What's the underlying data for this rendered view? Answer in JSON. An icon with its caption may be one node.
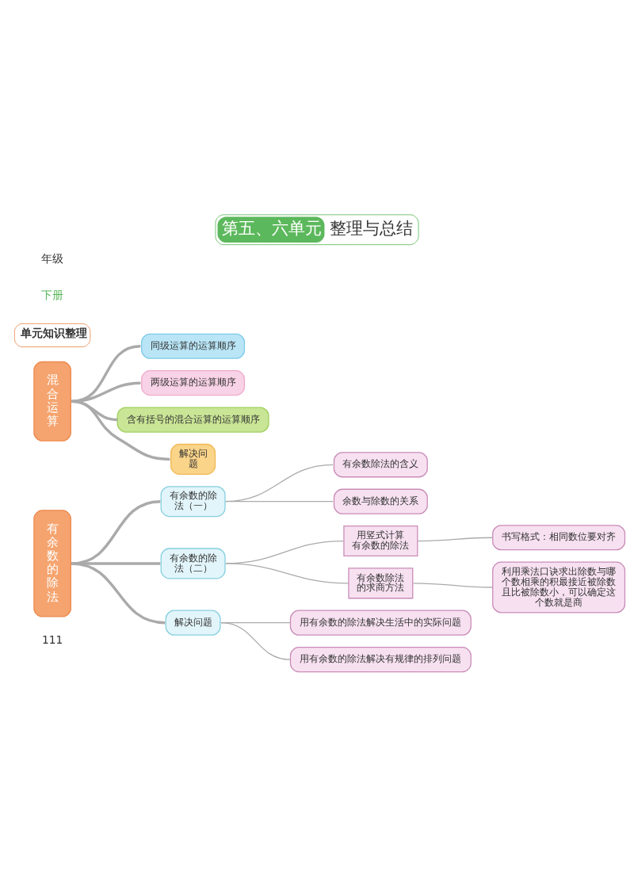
{
  "diagram": {
    "title": "第五、六单元 整理与总结",
    "nodes": [
      {
        "text": [
          "混合运算"
        ]
      },
      {
        "text": [
          "同级运算的运算顺序"
        ]
      },
      {
        "text": [
          "两级运算的运算顺序"
        ]
      },
      {
        "text": [
          "含有括号的混合运算的运算顺序"
        ]
      },
      {
        "text": [
          "解决问题"
        ]
      },
      {
        "text": [
          "有余数的除法"
        ]
      },
      {
        "text": [
          "有余数的除法（一）"
        ]
      },
      {
        "text": [
          "有余数除法的含义"
        ]
      },
      {
        "text": [
          "余数与除数的关系"
        ]
      },
      {
        "text": [
          "有余数的除法（二）"
        ]
      },
      {
        "text": [
          "用竖式计算有余数的除法"
        ]
      },
      {
        "text": [
          "书写格式：相同数位要对齐"
        ]
      },
      {
        "text": [
          "有余数除法的求商方法"
        ]
      },
      {
        "text": [
          "利用乘法口诀求出除数与哪个数相乘的积最接近被除数且比被除数小，可以确定这个数就是商"
        ]
      },
      {
        "text": [
          "解决问题"
        ]
      },
      {
        "text": [
          "用有余数的除法解决生活中的实际问题"
        ]
      },
      {
        "text": [
          "用有余数的除法解决有规律的排列问题"
        ]
      }
    ],
    "edges": [
      {
        "from": 0,
        "to": 1,
        "arrow": "none",
        "style": "thick"
      },
      {
        "from": 0,
        "to": 2,
        "arrow": "none",
        "style": "thick"
      },
      {
        "from": 0,
        "to": 3,
        "arrow": "none",
        "style": "thick"
      },
      {
        "from": 0,
        "to": 4,
        "arrow": "none",
        "style": "thick"
      },
      {
        "from": 5,
        "to": 6,
        "arrow": "none",
        "style": "thick"
      },
      {
        "from": 6,
        "to": 7,
        "arrow": "none"
      },
      {
        "from": 6,
        "to": 8,
        "arrow": "none"
      },
      {
        "from": 5,
        "to": 9,
        "arrow": "none",
        "style": "thick"
      },
      {
        "from": 9,
        "to": 10,
        "arrow": "none"
      },
      {
        "from": 10,
        "to": 11,
        "arrow": "none"
      },
      {
        "from": 9,
        "to": 12,
        "arrow": "none"
      },
      {
        "from": 12,
        "to": 13,
        "arrow": "none"
      },
      {
        "from": 5,
        "to": 14,
        "arrow": "none",
        "style": "thick"
      },
      {
        "from": 14,
        "to": 15,
        "arrow": "none"
      },
      {
        "from": 14,
        "to": 16,
        "arrow": "none"
      }
    ],
    "labels": [
      "年级",
      "下册",
      "单元知识整理",
      "111"
    ]
  }
}
